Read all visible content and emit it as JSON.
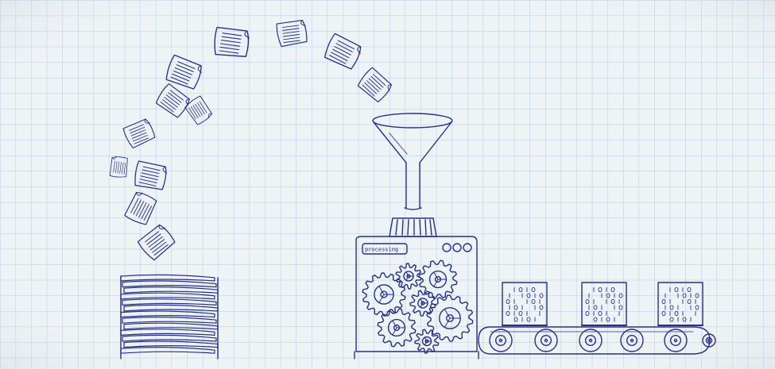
{
  "scene": {
    "paper_color": "#eef3f6",
    "grid_color": "#a9c4e2",
    "ink_color": "#2a2f86",
    "machine_label": "processing"
  },
  "items": {
    "flying_documents": 12,
    "document_stack_sheets": 13,
    "output_blocks": 3,
    "conveyor_rollers": 6,
    "gears": 7
  },
  "icons": [
    "document-icon",
    "funnel-icon",
    "gear-icon",
    "data-cube-icon",
    "conveyor-belt-icon"
  ]
}
